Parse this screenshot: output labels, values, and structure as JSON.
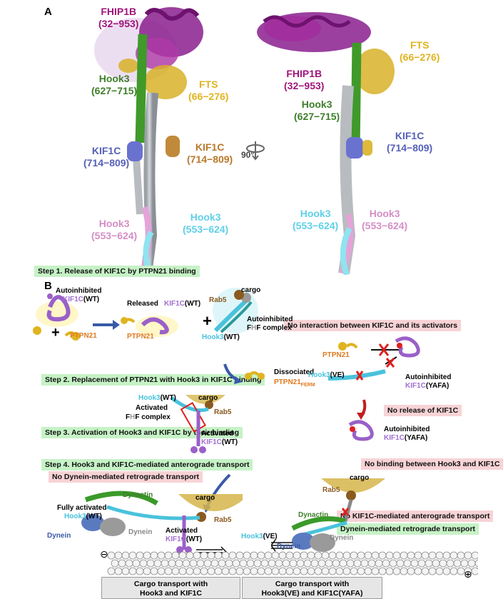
{
  "panel_a": {
    "letter": "A",
    "rotation": "90°",
    "left": {
      "fhip1b": {
        "name": "FHIP1B",
        "range": "(32−953)"
      },
      "hook3": {
        "name": "Hook3",
        "range": "(627−715)"
      },
      "fts": {
        "name": "FTS",
        "range": "(66−276)"
      },
      "kif1c_blue": {
        "name": "KIF1C",
        "range": "(714−809)"
      },
      "kif1c_orange": {
        "name": "KIF1C",
        "range": "(714−809)"
      },
      "hook3_pink": {
        "name": "Hook3",
        "range": "(553−624)"
      },
      "hook3_cyan": {
        "name": "Hook3",
        "range": "(553−624)"
      }
    },
    "right": {
      "fts": {
        "name": "FTS",
        "range": "(66−276)"
      },
      "fhip1b": {
        "name": "FHIP1B",
        "range": "(32−953)"
      },
      "hook3": {
        "name": "Hook3",
        "range": "(627−715)"
      },
      "kif1c": {
        "name": "KIF1C",
        "range": "(714−809)"
      },
      "hook3_cyan": {
        "name": "Hook3",
        "range": "(553−624)"
      },
      "hook3_pink": {
        "name": "Hook3",
        "range": "(553−624)"
      }
    }
  },
  "panel_b": {
    "letter": "B",
    "steps": {
      "step1": "Step 1. Release of KIF1C by PTPN21 binding",
      "step2": "Step 2. Replacement of PTPN21 with Hook3 in KIF1C binding",
      "step3": "Step 3. Activation of Hook3 and KIF1C by their binding",
      "step4": "Step 4. Hook3 and KIF1C-mediated anterograde transport"
    },
    "negatives": {
      "no_dynein": "No Dynein-mediated retrograde transport",
      "no_interaction": "No interaction between KIF1C and its activators",
      "no_release": "No release of KIF1C",
      "no_binding": "No binding between Hook3 and KIF1C",
      "no_kif_transport": "No KIF1C-mediated anterograde transport"
    },
    "positives": {
      "dynein_transport": "Dynein-mediated retrograde transport"
    },
    "labels": {
      "autoinhibited": "Autoinhibited",
      "kif1c_wt": "KIF1C(WT)",
      "kif1c": "KIF1C",
      "wt": "(WT)",
      "ptpn21": "PTPN21",
      "released": "Released",
      "plus": "+",
      "cargo": "cargo",
      "rab5": "Rab5",
      "autoinhibited_fhf_a": "Autoinhibited",
      "fhf_f1": "F",
      "fhf_h": "H",
      "fhf_f2": "F",
      "fhf_complex": " complex",
      "hook3_wt": "Hook3(WT)",
      "hook3": "Hook3",
      "dissociated": "Dissociated",
      "ptpn21_ferm": "PTPN21",
      "ferm_sub": "FERM",
      "activated": "Activated",
      "fully_activated": "Fully activated",
      "dynactin": "Dynactin",
      "dynein": "Dynein",
      "hook3_ve": "Hook3(VE)",
      "hook3_ve_plain": "Hook3",
      "ve": "(VE)",
      "kif1c_yafa": "KIF1C",
      "yafa": "(YAFA)",
      "minus": "⊖",
      "plus_end": "⊕"
    },
    "captions": {
      "left": [
        "Cargo transport with",
        "Hook3 and KIF1C"
      ],
      "right": [
        "Cargo transport with",
        "Hook3(VE) and KIF1C(YAFA)"
      ]
    }
  },
  "colors": {
    "fhip1b": "#a0157a",
    "hook3_green": "#3f7f2a",
    "fts": "#e0b420",
    "kif1c_blue": "#5560b8",
    "kif1c_orange": "#b8782a",
    "hook3_pink": "#d48fc6",
    "hook3_cyan": "#5fd0e8",
    "kif1c_purple": "#a070d0",
    "ptpn21": "#e07a20",
    "rab5": "#8a5a20",
    "step_green": "#c6f2c6",
    "neg_pink": "#f7d3d6",
    "arrow_blue": "#3a5aa8",
    "arrow_red": "#c21e1e"
  }
}
